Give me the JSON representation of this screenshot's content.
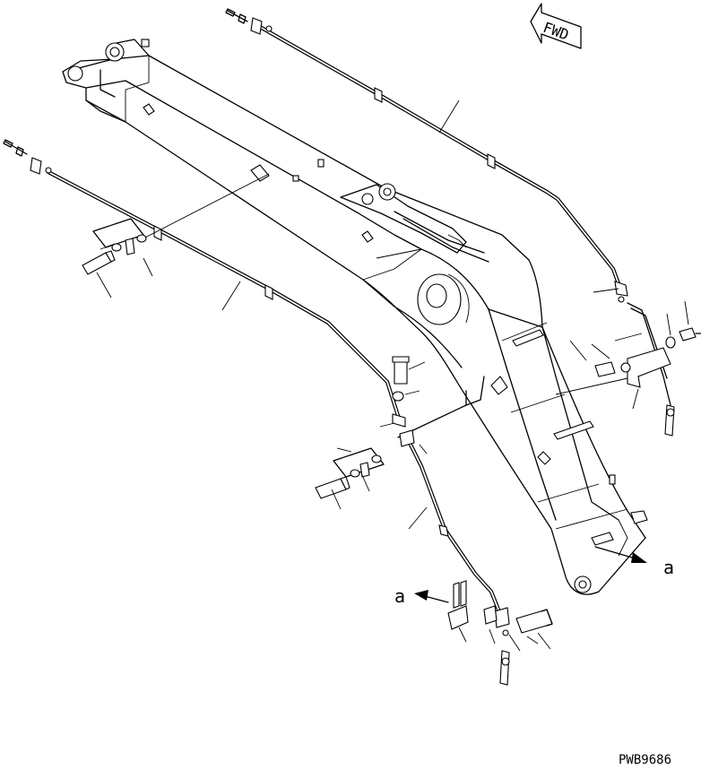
{
  "drawing": {
    "direction_marker": "FWD",
    "reference_label": "a",
    "drawing_number": "PWB9686"
  },
  "icons": {
    "direction_arrow": "fwd-arrow-icon",
    "reference_arrow": "arrow-icon"
  }
}
